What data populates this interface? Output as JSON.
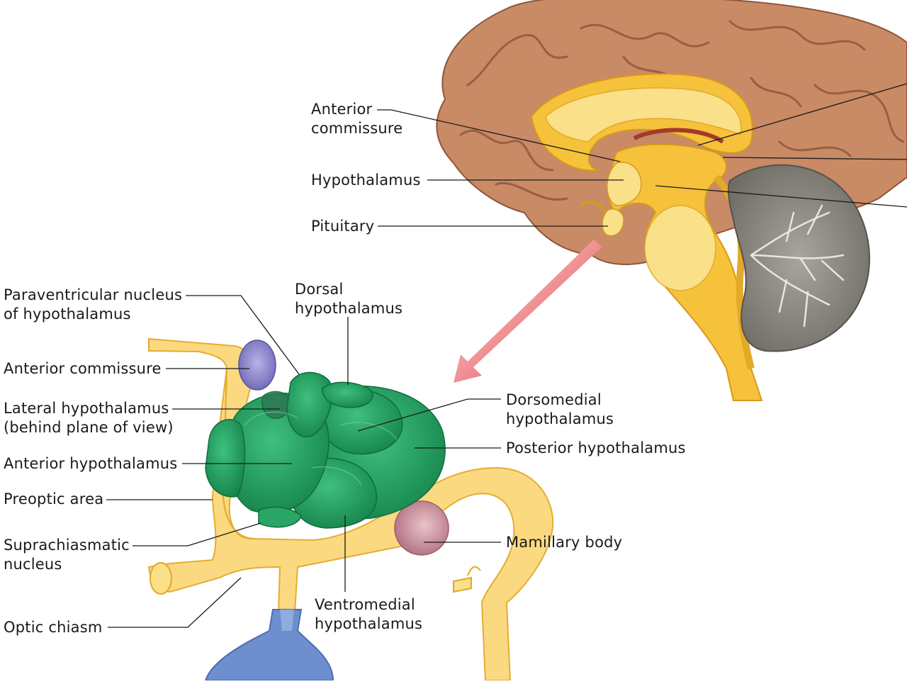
{
  "brain_labels": {
    "anterior_commissure": "Anterior\ncommissure",
    "hypothalamus": "Hypothalamus",
    "pituitary": "Pituitary"
  },
  "detail_labels": {
    "paraventricular": "Paraventricular nucleus\nof hypothalamus",
    "dorsal": "Dorsal\nhypothalamus",
    "anterior_commissure": "Anterior commissure",
    "lateral": "Lateral hypothalamus\n(behind plane of view)",
    "anterior_hypo": "Anterior hypothalamus",
    "preoptic": "Preoptic area",
    "suprachiasmatic": "Suprachiasmatic\nnucleus",
    "optic_chiasm": "Optic chiasm",
    "dorsomedial": "Dorsomedial\nhypothalamus",
    "posterior": "Posterior hypothalamus",
    "mamillary": "Mamillary body",
    "ventromedial": "Ventromedial\nhypothalamus"
  },
  "colors": {
    "cortex": "#c98a66",
    "cortex_dark": "#a86a4c",
    "inner": "#f6c23c",
    "inner_light": "#fbe08a",
    "cerebellum": "#8c8a82",
    "nucleus_green": "#1f9a5c",
    "commissure_purple": "#8b85c8",
    "mamillary_pink": "#c48a98",
    "arrow_red": "#e23a44",
    "pituitary_blue": "#6d8fcf"
  }
}
